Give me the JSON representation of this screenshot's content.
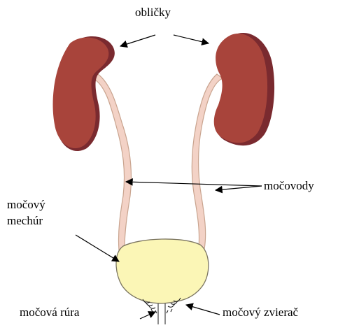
{
  "labels": {
    "kidneys": "obličky",
    "ureters": "močovody",
    "bladder_line1": "močový",
    "bladder_line2": "mechúr",
    "urethra": "močová rúra",
    "sphincter": "močový zvierač"
  },
  "colors": {
    "kidney_fill": "#a8443b",
    "kidney_shadow": "#7a2a2f",
    "ureter_fill": "#f3d2c6",
    "ureter_stroke": "#c9a48f",
    "bladder_fill": "#fbf6b6",
    "bladder_stroke": "#7b7560",
    "arrow": "#000000"
  }
}
